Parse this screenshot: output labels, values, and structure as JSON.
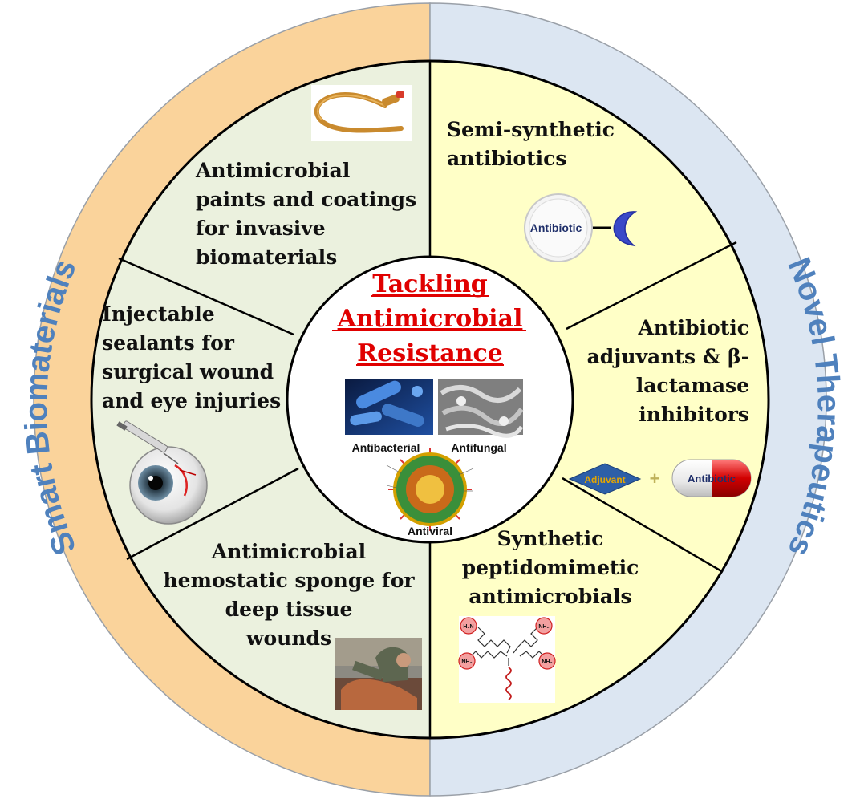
{
  "center": {
    "title_lines": [
      "Tackling",
      "Antimicrobial",
      "Resistance"
    ],
    "antibacterial_label": "Antibacterial",
    "antifungal_label": "Antifungal",
    "antiviral_label": "Antiviral"
  },
  "ring": {
    "left_label": "Smart Biomaterials",
    "right_label": "Novel Therapeutics"
  },
  "segments": {
    "paints": [
      "Antimicrobial",
      "paints  and coatings",
      "for invasive",
      "biomaterials"
    ],
    "sealants": [
      "Injectable",
      "sealants for",
      "surgical wound",
      "and eye injuries"
    ],
    "sponge": [
      "Antimicrobial",
      "hemostatic sponge for",
      "deep tissue",
      "wounds"
    ],
    "semisynthetic": [
      "Semi-synthetic",
      "antibiotics"
    ],
    "adjuvants": [
      "Antibiotic",
      "adjuvants & β-",
      "lactamase",
      "inhibitors"
    ],
    "synthetic": [
      "Synthetic",
      "peptidomimetic",
      "antimicrobials"
    ]
  },
  "icons": {
    "pill_label": "Antibiotic",
    "adjuvant_label": "Adjuvant",
    "plus_sign": "+",
    "capsule_label": "Antibiotic",
    "chem_nh_labels": [
      "H₂N",
      "NH₂",
      "NH₂",
      "NH₂"
    ]
  },
  "colors": {
    "left_ring": "#FAD39B",
    "right_ring": "#DCE6F2",
    "left_fill": "#EBF1DE",
    "right_fill": "#FFFFC7",
    "title_red": "#E00000",
    "ring_blue": "#4F81BD"
  }
}
